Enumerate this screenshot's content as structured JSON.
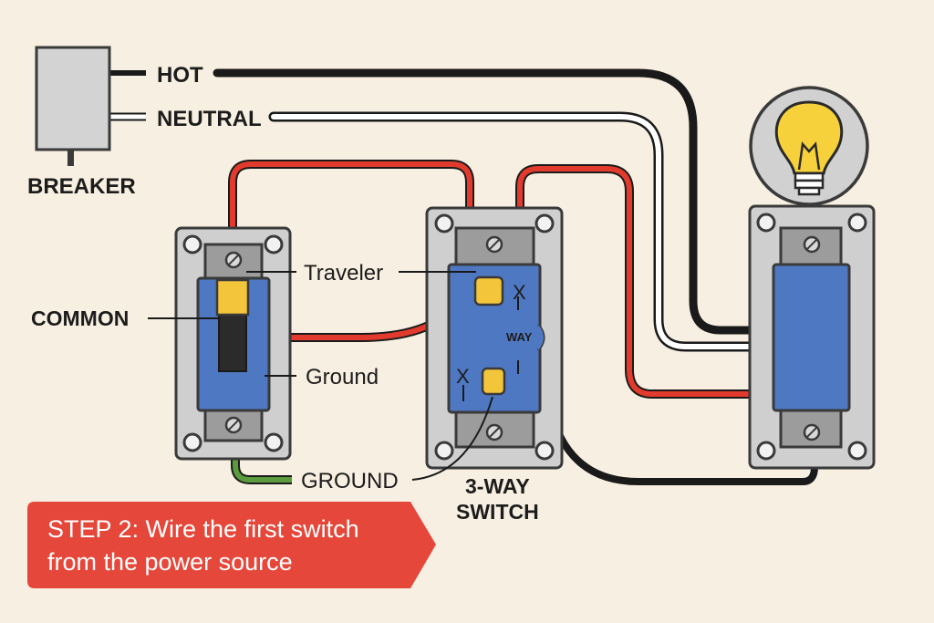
{
  "labels": {
    "hot": "HOT",
    "neutral": "NEUTRAL",
    "breaker": "BREAKER",
    "common": "COMMON",
    "traveler": "Traveler",
    "ground_small": "Ground",
    "ground_caps": "GROUND",
    "three_way_line1": "3-WAY",
    "three_way_line2": "SWITCH",
    "x_top": "X",
    "x_bottom": "X",
    "way": "WAY"
  },
  "callout": {
    "line1": "STEP 2: Wire the first switch",
    "line2": "from the power source"
  },
  "colors": {
    "background": "#f7efe1",
    "hot_wire": "#1a1a1a",
    "neutral_wire": "#ffffff",
    "traveler_wire": "#e23b2e",
    "ground_wire": "#5a9b3e",
    "switch_body": "#4f78c2",
    "terminal": "#f3c53a",
    "plate": "#c9c9c9",
    "callout_bg": "#e5473a",
    "bulb_glass": "#f7d13b"
  },
  "icons": [
    "light-bulb-icon",
    "screw-icon",
    "breaker-box-icon"
  ]
}
